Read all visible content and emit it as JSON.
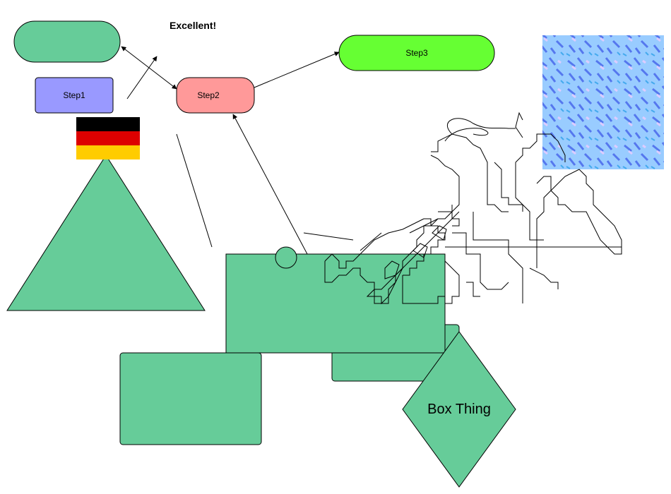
{
  "labels": {
    "excellent": "Excellent!",
    "step1": "Step1",
    "step2": "Step2",
    "step3": "Step3",
    "box_thing": "Box Thing"
  },
  "colors": {
    "shape_green": "#66cc99",
    "step1_fill": "#9999ff",
    "step2_fill": "#ff9999",
    "step3_fill": "#66ff33",
    "flag_black": "#000000",
    "flag_red": "#dd0000",
    "flag_gold": "#ffcc00",
    "water_texture": "#99ccff",
    "stroke": "#000000"
  },
  "icons": {
    "flag": "germany-flag-icon",
    "texture": "water-texture-image"
  }
}
